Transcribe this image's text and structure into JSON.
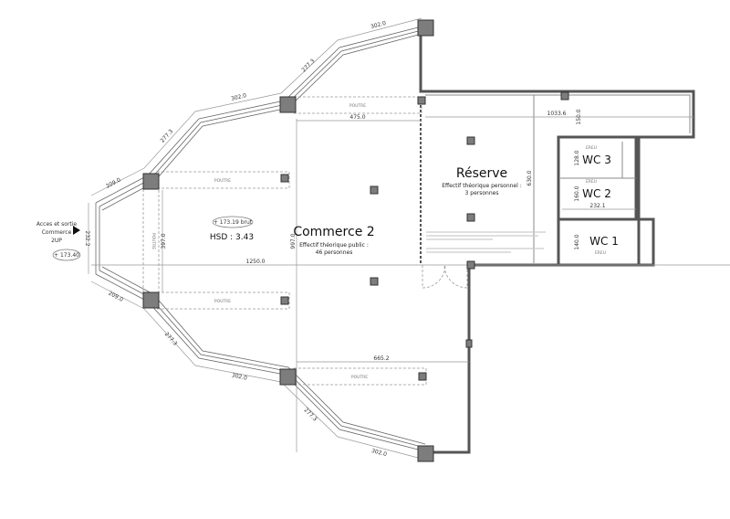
{
  "rooms": {
    "commerce": {
      "name": "Commerce 2",
      "occupancy_line1": "Effectif théorique public :",
      "occupancy_line2": "46 personnes"
    },
    "reserve": {
      "name": "Réserve",
      "occupancy_line1": "Effectif théorique personnel :",
      "occupancy_line2": "3 personnes"
    },
    "wc1": "WC 1",
    "wc2": "WC 2",
    "wc3": "WC 3"
  },
  "entrance": {
    "line1": "Acces et sortie",
    "line2": "Commerce",
    "line3": "2UP",
    "level": "+ 173.40"
  },
  "level_marker": "+ 173.19 brut",
  "hsd": "HSD : 3.43",
  "beam_label": "POUTRE",
  "ereu_label": "EREU",
  "dimensions": {
    "top_1": "302.0",
    "top_2": "277.3",
    "top_3": "302.0",
    "top_4": "277.3",
    "top_5": "209.0",
    "left": "232.2",
    "bottom_1": "209.0",
    "bottom_2": "277.3",
    "bottom_3": "302.0",
    "bottom_4": "277.3",
    "bottom_5": "302.0",
    "width_475": "475.0",
    "width_1033": "1033.6",
    "depth_150": "150.0",
    "depth_630": "630.0",
    "wc3_128": "128.0",
    "wc2_160": "160.0",
    "wc2_width": "232.1",
    "wc1_140": "140.0",
    "height_997": "997.0",
    "height_397": "397.0",
    "length_1250": "1250.0",
    "width_665": "665.2"
  },
  "colors": {
    "pillar": "#7d7d7d",
    "wall": "#555555"
  }
}
